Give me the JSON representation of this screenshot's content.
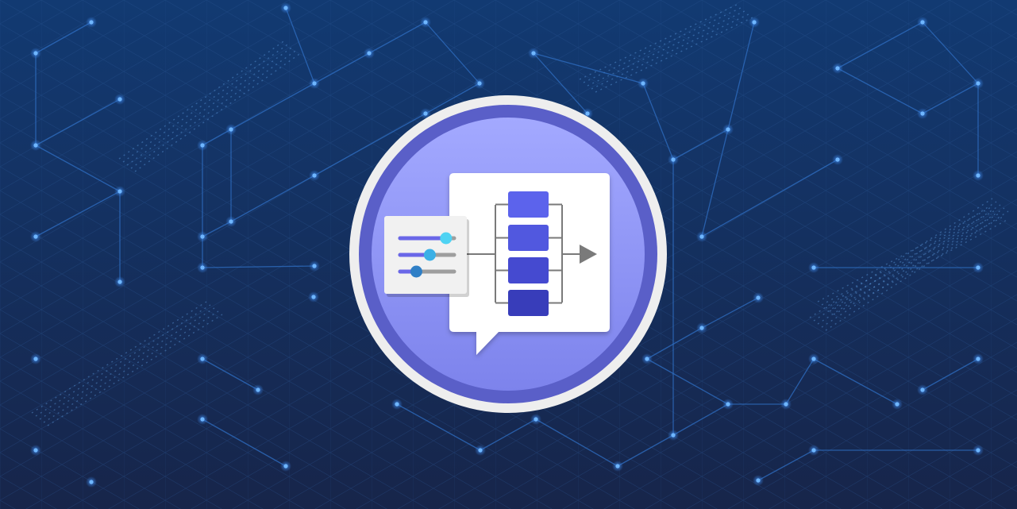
{
  "colors": {
    "background_top": "#123a72",
    "background_bottom": "#17254a",
    "grid_line": "#2c5a9a",
    "network_line": "#2f6fc4",
    "node_core": "#6fb6ff",
    "node_glow": "#3d86e6",
    "badge_outer_ring": "#eeeeee",
    "badge_dark_ring": "#5a5fc8",
    "badge_fill_top": "#a3a9ff",
    "badge_fill_bottom": "#7d83ec",
    "card_white": "#ffffff",
    "settings_panel": "#f1f1f1",
    "slider_track": "#9e9e9e",
    "slider_active": "#6a67e8",
    "slider_knob_1": "#4fd3f3",
    "slider_knob_2": "#3bb0e6",
    "slider_knob_3": "#2f7fc6",
    "pipeline_blocks": [
      "#5c63ec",
      "#5158df",
      "#454ad0",
      "#383dba"
    ],
    "connector_gray": "#7a7a7a"
  },
  "icons": {
    "badge": "ai-pipeline-badge-icon",
    "settings": "settings-sliders-icon",
    "pipeline": "pipeline-stack-icon",
    "arrow": "arrow-right-icon"
  },
  "slider_levels": [
    0.85,
    0.55,
    0.3
  ]
}
